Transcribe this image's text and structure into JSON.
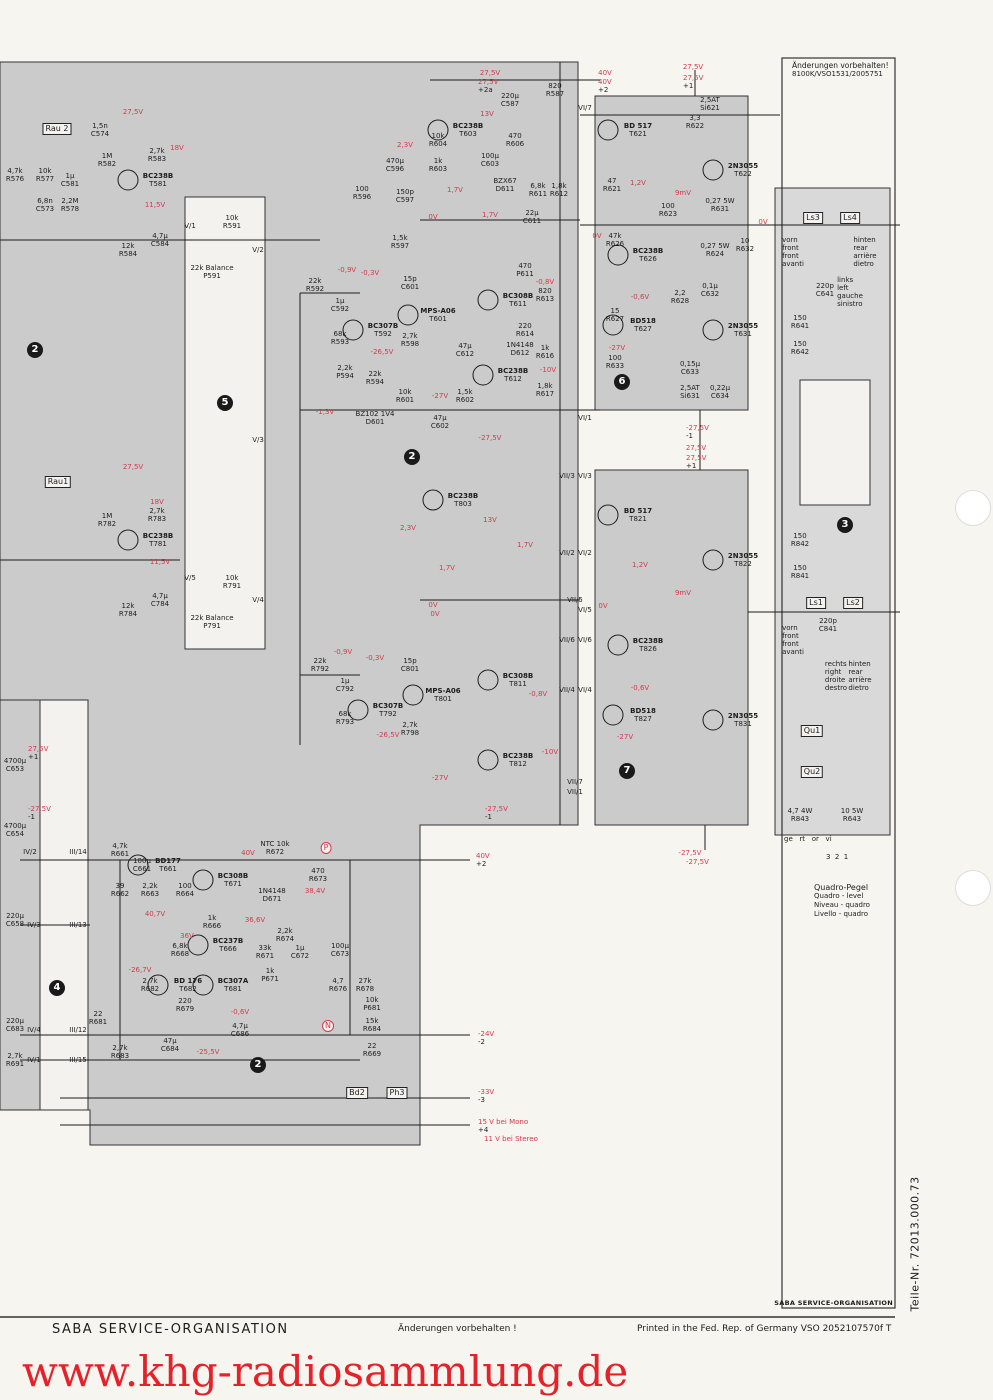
{
  "header_note": {
    "line1": "Änderungen vorbehalten!",
    "line2": "8100K/VSO1531/2005751"
  },
  "section_numbers": [
    "2",
    "5",
    "2",
    "6",
    "3",
    "7",
    "4",
    "2"
  ],
  "transistors": [
    {
      "ref": "T581",
      "type": "BC238B"
    },
    {
      "ref": "T781",
      "type": "BC238B"
    },
    {
      "ref": "T603",
      "type": "BC238B"
    },
    {
      "ref": "T803",
      "type": "BC238B"
    },
    {
      "ref": "T592",
      "type": "BC307B"
    },
    {
      "ref": "T792",
      "type": "BC307B"
    },
    {
      "ref": "T601",
      "type": "MPS-A06"
    },
    {
      "ref": "T801",
      "type": "MPS-A06"
    },
    {
      "ref": "T611",
      "type": "BC308B"
    },
    {
      "ref": "T811",
      "type": "BC308B"
    },
    {
      "ref": "T612",
      "type": "BC238B"
    },
    {
      "ref": "T812",
      "type": "BC238B"
    },
    {
      "ref": "T621",
      "type": "BD 517"
    },
    {
      "ref": "T821",
      "type": "BD 517"
    },
    {
      "ref": "T622",
      "type": "2N3055"
    },
    {
      "ref": "T822",
      "type": "2N3055"
    },
    {
      "ref": "T626",
      "type": "BC238B"
    },
    {
      "ref": "T826",
      "type": "BC238B"
    },
    {
      "ref": "T627",
      "type": "BD518"
    },
    {
      "ref": "T827",
      "type": "BD518"
    },
    {
      "ref": "T631",
      "type": "2N3055"
    },
    {
      "ref": "T831",
      "type": "2N3055"
    },
    {
      "ref": "T661",
      "type": "BD177"
    },
    {
      "ref": "T671",
      "type": "BC308B"
    },
    {
      "ref": "T666",
      "type": "BC237B"
    },
    {
      "ref": "T681",
      "type": "BC307A"
    },
    {
      "ref": "T682",
      "type": "BD 176"
    }
  ],
  "components": [
    {
      "ref": "R591",
      "value": "10k"
    },
    {
      "ref": "P591",
      "value": "22k Balance"
    },
    {
      "ref": "R791",
      "value": "10k"
    },
    {
      "ref": "P791",
      "value": "22k Balance"
    },
    {
      "ref": "C584",
      "value": "4,7µ"
    },
    {
      "ref": "C784",
      "value": "4,7µ"
    },
    {
      "ref": "R583",
      "value": "2,7k"
    },
    {
      "ref": "R783",
      "value": "2,7k"
    },
    {
      "ref": "R582",
      "value": "1M"
    },
    {
      "ref": "R782",
      "value": "1M"
    },
    {
      "ref": "C574",
      "value": "1,5n"
    },
    {
      "ref": "R577",
      "value": "10k"
    },
    {
      "ref": "R576",
      "value": "4,7k"
    },
    {
      "ref": "C581",
      "value": "1µ"
    },
    {
      "ref": "R578",
      "value": "2,2M"
    },
    {
      "ref": "C573",
      "value": "6,8n"
    },
    {
      "ref": "R584",
      "value": "12k"
    },
    {
      "ref": "R784",
      "value": "12k"
    },
    {
      "ref": "R592",
      "value": "22k"
    },
    {
      "ref": "R792",
      "value": "22k"
    },
    {
      "ref": "C592",
      "value": "1µ"
    },
    {
      "ref": "C792",
      "value": "1µ"
    },
    {
      "ref": "R593",
      "value": "68k"
    },
    {
      "ref": "R793",
      "value": "68k"
    },
    {
      "ref": "P594",
      "value": "2,2k"
    },
    {
      "ref": "R594",
      "value": "22k"
    },
    {
      "ref": "C601",
      "value": "15p"
    },
    {
      "ref": "C801",
      "value": "15p"
    },
    {
      "ref": "R598",
      "value": "2,7k"
    },
    {
      "ref": "R798",
      "value": "2,7k"
    },
    {
      "ref": "R601",
      "value": "10k"
    },
    {
      "ref": "R602",
      "value": "1,5k"
    },
    {
      "ref": "C602",
      "value": "47µ"
    },
    {
      "ref": "D601",
      "value": "BZ102 1V4"
    },
    {
      "ref": "R596",
      "value": "100"
    },
    {
      "ref": "C597",
      "value": "150p"
    },
    {
      "ref": "R597",
      "value": "1,5k"
    },
    {
      "ref": "C596",
      "value": "470µ"
    },
    {
      "ref": "R604",
      "value": "10k"
    },
    {
      "ref": "R603",
      "value": "1k"
    },
    {
      "ref": "C603",
      "value": "100µ"
    },
    {
      "ref": "R606",
      "value": "470"
    },
    {
      "ref": "D611",
      "value": "BZX67"
    },
    {
      "ref": "R611",
      "value": "6,8k"
    },
    {
      "ref": "C611",
      "value": "22µ"
    },
    {
      "ref": "R612",
      "value": "1,8k"
    },
    {
      "ref": "P611",
      "value": "470"
    },
    {
      "ref": "R613",
      "value": "820"
    },
    {
      "ref": "R614",
      "value": "220"
    },
    {
      "ref": "D612",
      "value": "1N4148"
    },
    {
      "ref": "R616",
      "value": "1k"
    },
    {
      "ref": "R617",
      "value": "1,8k"
    },
    {
      "ref": "C612",
      "value": "47µ"
    },
    {
      "ref": "C587",
      "value": "220µ"
    },
    {
      "ref": "R587",
      "value": "820"
    },
    {
      "ref": "R621",
      "value": "47"
    },
    {
      "ref": "R622",
      "value": "3,3"
    },
    {
      "ref": "Si621",
      "value": "2,5AT"
    },
    {
      "ref": "R623",
      "value": "100"
    },
    {
      "ref": "R631",
      "value": "0,27 5W"
    },
    {
      "ref": "R624",
      "value": "0,27 5W"
    },
    {
      "ref": "R626",
      "value": "47k"
    },
    {
      "ref": "R627",
      "value": "15"
    },
    {
      "ref": "R628",
      "value": "2,2"
    },
    {
      "ref": "R632",
      "value": "10"
    },
    {
      "ref": "C632",
      "value": "0,1µ"
    },
    {
      "ref": "R633",
      "value": "100"
    },
    {
      "ref": "C633",
      "value": "0,15µ"
    },
    {
      "ref": "Si631",
      "value": "2,5AT"
    },
    {
      "ref": "C634",
      "value": "0,22µ"
    },
    {
      "ref": "C641",
      "value": "220p"
    },
    {
      "ref": "R641",
      "value": "150"
    },
    {
      "ref": "R642",
      "value": "150"
    },
    {
      "ref": "R842",
      "value": "150"
    },
    {
      "ref": "R841",
      "value": "150"
    },
    {
      "ref": "C841",
      "value": "220p"
    },
    {
      "ref": "R843",
      "value": "4,7 4W"
    },
    {
      "ref": "R643",
      "value": "10 5W"
    },
    {
      "ref": "R661",
      "value": "4,7k"
    },
    {
      "ref": "C661",
      "value": "100µ"
    },
    {
      "ref": "R662",
      "value": "39"
    },
    {
      "ref": "R663",
      "value": "2,2k"
    },
    {
      "ref": "R664",
      "value": "100"
    },
    {
      "ref": "R672",
      "value": "NTC 10k"
    },
    {
      "ref": "R673",
      "value": "470"
    },
    {
      "ref": "D671",
      "value": "1N4148"
    },
    {
      "ref": "R666",
      "value": "1k"
    },
    {
      "ref": "R668",
      "value": "6,8k"
    },
    {
      "ref": "R671",
      "value": "33k"
    },
    {
      "ref": "R674",
      "value": "2,2k"
    },
    {
      "ref": "C672",
      "value": "1µ"
    },
    {
      "ref": "P671",
      "value": "1k"
    },
    {
      "ref": "C673",
      "value": "100µ"
    },
    {
      "ref": "R676",
      "value": "4,7"
    },
    {
      "ref": "R678",
      "value": "27k"
    },
    {
      "ref": "P681",
      "value": "10k"
    },
    {
      "ref": "R684",
      "value": "15k"
    },
    {
      "ref": "R669",
      "value": "22"
    },
    {
      "ref": "R682",
      "value": "2,7k"
    },
    {
      "ref": "R679",
      "value": "220"
    },
    {
      "ref": "R681",
      "value": "22"
    },
    {
      "ref": "R683",
      "value": "2,7k"
    },
    {
      "ref": "C684",
      "value": "47µ"
    },
    {
      "ref": "C686",
      "value": "4,7µ"
    },
    {
      "ref": "C653",
      "value": "4700µ"
    },
    {
      "ref": "C654",
      "value": "4700µ"
    },
    {
      "ref": "C658",
      "value": "220µ"
    },
    {
      "ref": "C683",
      "value": "220µ"
    },
    {
      "ref": "R691",
      "value": "2,7k"
    }
  ],
  "voltages": [
    "27,5V",
    "27,5V",
    "27,5V",
    "27,5V",
    "27,5V",
    "18V",
    "18V",
    "11,5V",
    "11,5V",
    "2,3V",
    "2,3V",
    "13V",
    "13V",
    "1,7V",
    "1,7V",
    "1,7V",
    "1,7V",
    "0V",
    "0V",
    "-0,9V",
    "-0,3V",
    "-0,9V",
    "-0,3V",
    "-26,5V",
    "-26,5V",
    "-27V",
    "-27V",
    "-1,3V",
    "-0,8V",
    "-0,8V",
    "-10V",
    "-10V",
    "1,2V",
    "1,2V",
    "9mV",
    "9mV",
    "0V",
    "0V",
    "-0,6V",
    "-0,6V",
    "-27V",
    "-27V",
    "-27,5V",
    "-27,5V",
    "40V",
    "40V",
    "40,7V",
    "38,4V",
    "36,6V",
    "36V",
    "-26,7V",
    "-25,5V",
    "-0,6V",
    "0V",
    "0V"
  ],
  "rails": [
    {
      "red": "27,5V",
      "black": "+2a"
    },
    {
      "red": "40V",
      "black": "+2"
    },
    {
      "red": "27,5V",
      "black": "+1"
    },
    {
      "red": "-27,5V",
      "black": "-1"
    },
    {
      "red": "27,5V",
      "black": "+1"
    },
    {
      "red": "-27,5V",
      "black": "-1"
    },
    {
      "red": "40V",
      "black": "+2"
    },
    {
      "red": "-24V",
      "black": "-2"
    },
    {
      "red": "-33V",
      "black": "-3"
    },
    {
      "red": "15 V  bei Mono",
      "black": "+4"
    },
    {
      "red": "11 V  bei Stereo",
      "black": ""
    },
    {
      "red": "27,5V",
      "black": "+1"
    },
    {
      "red": "-27,5V",
      "black": "-1"
    },
    {
      "red": "-27,5V",
      "black": ""
    }
  ],
  "switches": [
    "Rau 2",
    "Rau1",
    "Ls3",
    "Ls4",
    "Ls1",
    "Ls2",
    "Qu1",
    "Qu2",
    "Bd2",
    "Ph3",
    "P",
    "N"
  ],
  "speaker_labels": [
    {
      "text": "vorn\nfront\nfront\navanti"
    },
    {
      "text": "hinten\nrear\narrière\ndietro"
    },
    {
      "text": "links\nleft\ngauche\nsinistro"
    },
    {
      "text": "vorn\nfront\nfront\navanti"
    },
    {
      "text": "rechts\nright\ndroite\ndestro"
    },
    {
      "text": "hinten\nrear\narrière\ndietro"
    }
  ],
  "connectors": [
    "V/1",
    "V/2",
    "V/3",
    "V/4",
    "V/5",
    "VI/1",
    "VI/2",
    "VI/3",
    "VI/4",
    "VI/5",
    "VI/6",
    "VI/7",
    "VII/1",
    "VII/2",
    "VII/3",
    "VII/4",
    "VII/5",
    "VII/6",
    "VII/7",
    "III/14",
    "III/13",
    "III/12",
    "III/15",
    "IV/2",
    "IV/3",
    "IV/4",
    "IV/1"
  ],
  "quadro": {
    "title": "Quadro-Pegel",
    "en": "Quadro - level",
    "fr": "Niveau - quadro",
    "it": "Livello - quadro",
    "pins": "3  2  1",
    "wires": "ge   rt   or   vi"
  },
  "inner_footer": "SABA SERVICE-ORGANISATION",
  "part_number": "Teile-Nr. 72013.000.73",
  "footer": {
    "org": "SABA SERVICE-ORGANISATION",
    "change_note": "Änderungen vorbehalten !",
    "printed": "Printed in the Fed. Rep. of Germany VSO 2052107570f T"
  },
  "watermark": "www.khg-radiosammlung.de",
  "colors": {
    "paper": "#f7f5f0",
    "shade": "#c9c9c9",
    "ink": "#1c1c1c",
    "voltage": "#d23a4e",
    "watermark": "#e3222a"
  }
}
